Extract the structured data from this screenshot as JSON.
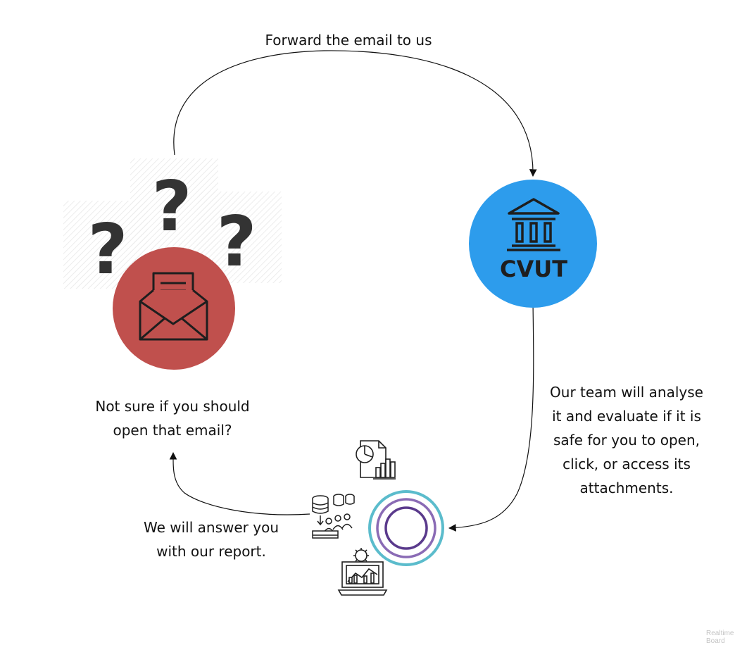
{
  "diagram": {
    "labels": {
      "forward": "Forward the email to us",
      "not_sure_line1": "Not sure if you should",
      "not_sure_line2": "open that email?",
      "analyse_line1": "Our team will analyse",
      "analyse_line2": "it and evaluate if it is",
      "analyse_line3": "safe for you to open,",
      "analyse_line4": "click, or access its",
      "analyse_line5": "attachments.",
      "answer_line1": "We will answer you",
      "answer_line2": "with our report."
    },
    "nodes": {
      "cvut_text": "CVUT",
      "question_mark": "?"
    },
    "colors": {
      "email_circle": "#c0504d",
      "cvut_circle": "#2d9cec",
      "icon_dark": "#1e1e1e",
      "target_outer": "#5bbccc",
      "target_inner": "#5a3a8c"
    },
    "watermark": {
      "line1": "Realtime",
      "line2": "Board"
    }
  }
}
